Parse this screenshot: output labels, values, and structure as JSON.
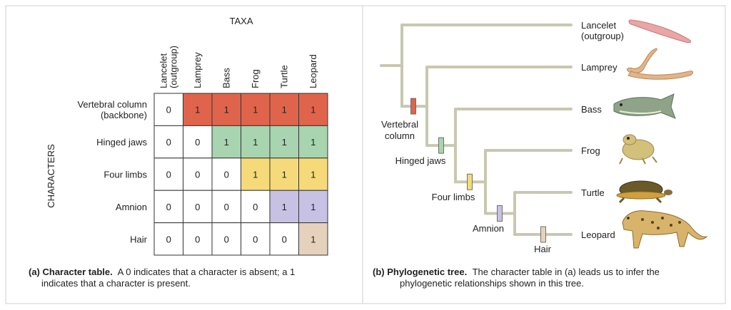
{
  "character_table": {
    "taxa_title": "TAXA",
    "characters_title": "CHARACTERS",
    "taxa": [
      {
        "lines": [
          "Lancelet",
          "(outgroup)"
        ]
      },
      {
        "lines": [
          "Lamprey"
        ]
      },
      {
        "lines": [
          "Bass"
        ]
      },
      {
        "lines": [
          "Frog"
        ]
      },
      {
        "lines": [
          "Turtle"
        ]
      },
      {
        "lines": [
          "Leopard"
        ]
      }
    ],
    "characters": [
      {
        "lines": [
          "Vertebral column",
          "(backbone)"
        ],
        "color": "#e0644c"
      },
      {
        "lines": [
          "Hinged jaws"
        ],
        "color": "#a8d4b0"
      },
      {
        "lines": [
          "Four limbs"
        ],
        "color": "#f6da7a"
      },
      {
        "lines": [
          "Amnion"
        ],
        "color": "#c7c2e4"
      },
      {
        "lines": [
          "Hair"
        ],
        "color": "#e6d2bc"
      }
    ],
    "values": [
      [
        0,
        1,
        1,
        1,
        1,
        1
      ],
      [
        0,
        0,
        1,
        1,
        1,
        1
      ],
      [
        0,
        0,
        0,
        1,
        1,
        1
      ],
      [
        0,
        0,
        0,
        0,
        1,
        1
      ],
      [
        0,
        0,
        0,
        0,
        0,
        1
      ]
    ],
    "caption_bold": "(a) Character table.",
    "caption_rest": "A 0 indicates that a character is absent; a 1",
    "caption_line2": "indicates that a character is present."
  },
  "phylogenetic_tree": {
    "taxa": [
      "Lancelet",
      "Lamprey",
      "Bass",
      "Frog",
      "Turtle",
      "Leopard"
    ],
    "outgroup_note": "(outgroup)",
    "characters": [
      {
        "lines": [
          "Vertebral",
          "column"
        ],
        "color": "#e0644c"
      },
      {
        "lines": [
          "Hinged jaws"
        ],
        "color": "#a8d4b0"
      },
      {
        "lines": [
          "Four limbs"
        ],
        "color": "#f6da7a"
      },
      {
        "lines": [
          "Amnion"
        ],
        "color": "#c7c2e4"
      },
      {
        "lines": [
          "Hair"
        ],
        "color": "#e6d2bc"
      }
    ],
    "branch_color": "#c8c8b0",
    "caption_bold": "(b) Phylogenetic tree.",
    "caption_rest": "The character table in (a) leads us to infer the",
    "caption_line2": "phylogenetic relationships shown in this tree."
  },
  "icons": [
    "lancelet-icon",
    "lamprey-icon",
    "bass-icon",
    "frog-icon",
    "turtle-icon",
    "leopard-icon"
  ]
}
